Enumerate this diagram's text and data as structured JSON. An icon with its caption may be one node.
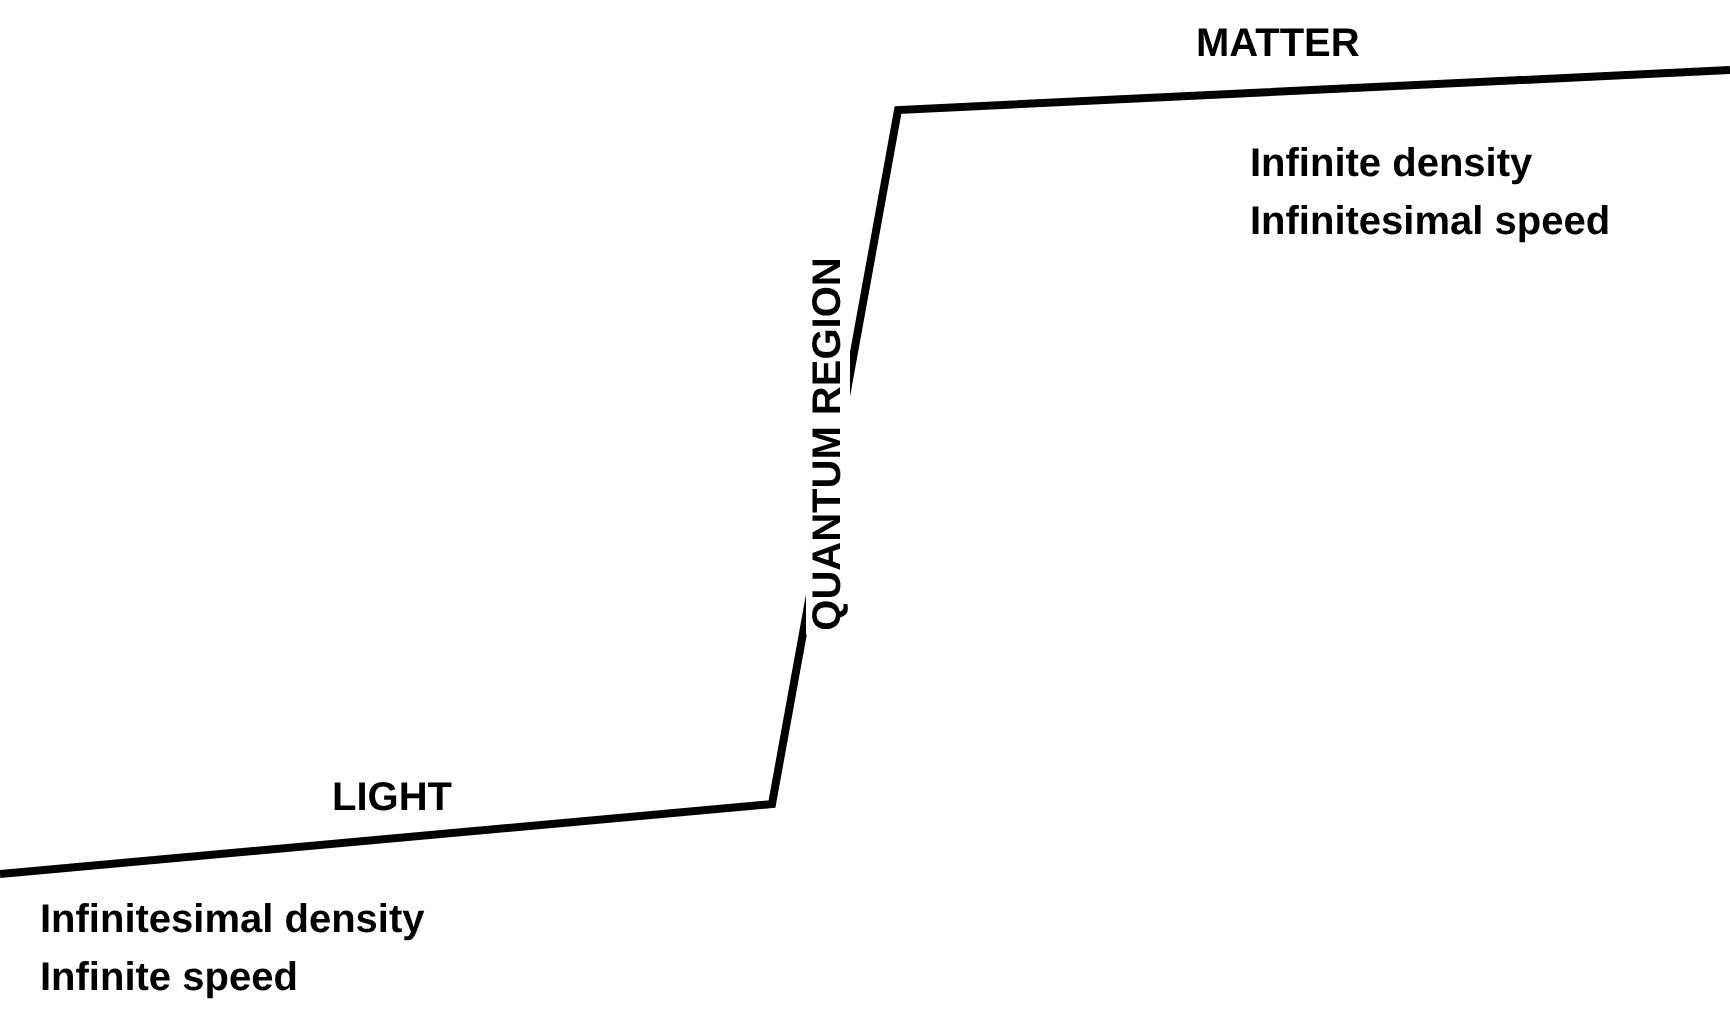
{
  "diagram": {
    "labels": [
      "MATTER",
      "Infinite density",
      "Infinitesimal speed",
      "QUANTUM REGION",
      "LIGHT",
      "Infinitesimal density",
      "Infinite speed"
    ]
  }
}
